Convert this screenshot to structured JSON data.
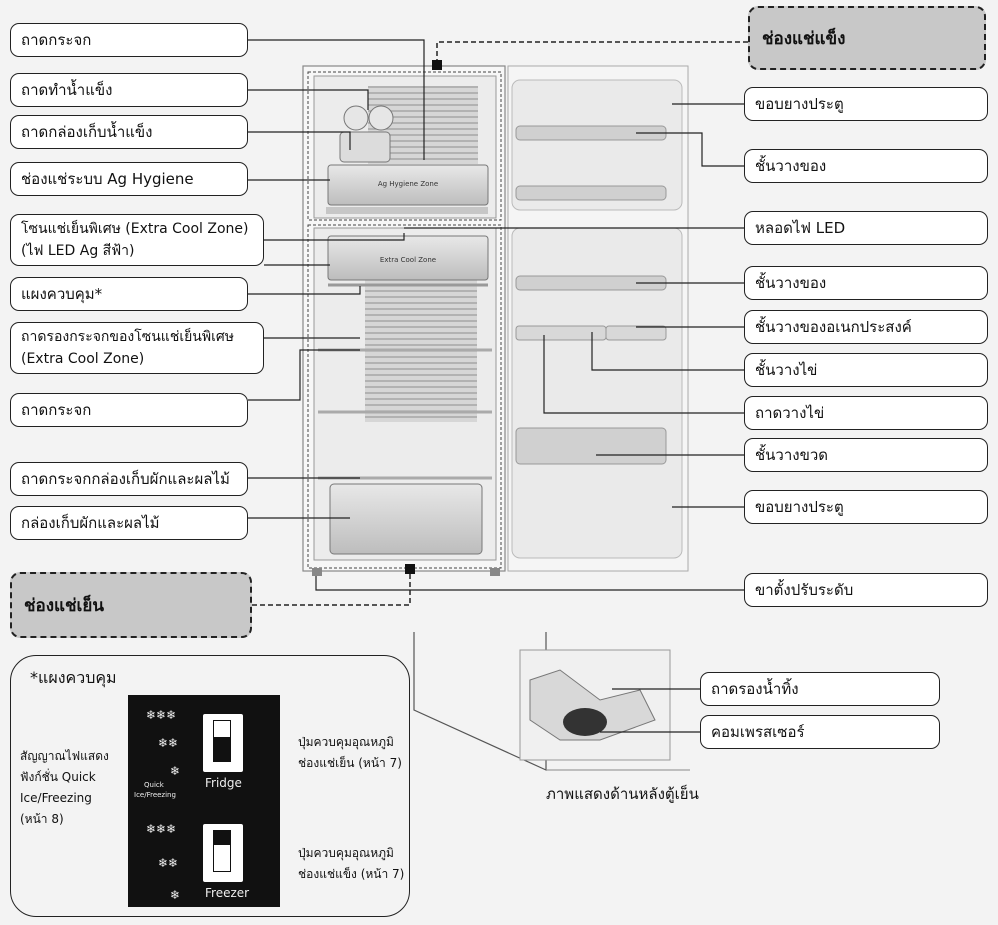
{
  "zones": {
    "freezer": "ช่องแช่แข็ง",
    "fridge": "ช่องแช่เย็น"
  },
  "left_labels": {
    "glass_shelf_top": "ถาดกระจก",
    "ice_tray": "ถาดทำน้ำแข็ง",
    "ice_box": "ถาดกล่องเก็บน้ำแข็ง",
    "ag_compartment": "ช่องแช่ระบบ Ag Hygiene",
    "extra_cool_line1": "โซนแช่เย็นพิเศษ (Extra Cool Zone)",
    "extra_cool_line2": "(ไฟ LED Ag สีฟ้า)",
    "control_panel": "แผงควบคุม*",
    "ecz_shelf_line1": "ถาดรองกระจกของโซนแช่เย็นพิเศษ",
    "ecz_shelf_line2": "(Extra Cool Zone)",
    "glass_shelf": "ถาดกระจก",
    "crisper_shelf": "ถาดกระจกกล่องเก็บผักและผลไม้",
    "crisper": "กล่องเก็บผักและผลไม้"
  },
  "right_labels": {
    "door_gasket_top": "ขอบยางประตู",
    "door_shelf_top": "ชั้นวางของ",
    "led_lamp": "หลอดไฟ LED",
    "door_shelf": "ชั้นวางของ",
    "multi_shelf": "ชั้นวางของอเนกประสงค์",
    "egg_shelf": "ชั้นวางไข่",
    "egg_tray": "ถาดวางไข่",
    "bottle_shelf": "ชั้นวางขวด",
    "door_gasket_bottom": "ขอบยางประตู",
    "level_feet": "ขาตั้งปรับระดับ"
  },
  "fridge_inner_text": {
    "ag_zone": "Ag Hygiene Zone",
    "extra_cool": "Extra Cool Zone"
  },
  "rear": {
    "drain_tray": "ถาดรองน้ำทิ้ง",
    "compressor": "คอมเพรสเซอร์",
    "caption": "ภาพแสดงด้านหลังตู้เย็น"
  },
  "panel": {
    "title": "*แผงควบคุม",
    "level3": "❄❄❄",
    "level2": "❄❄",
    "level1": "❄",
    "fridge": "Fridge",
    "quick_line1": "Quick",
    "quick_line2": "Ice/Freezing",
    "freezer": "Freezer",
    "fridge_note_line1": "ปุ่มควบคุมอุณหภูมิ",
    "fridge_note_line2": "ช่องแช่เย็น (หน้า 7)",
    "freezer_note_line1": "ปุ่มควบคุมอุณหภูมิ",
    "freezer_note_line2": "ช่องแช่แข็ง (หน้า 7)",
    "signal_line1": "สัญญาณไฟแสดง",
    "signal_line2": "ฟังก์ชั่น Quick",
    "signal_line3": "Ice/Freezing",
    "signal_line4": "(หน้า 8)"
  },
  "colors": {
    "background": "#f3f3f3",
    "zone_fill": "#c8c8c8",
    "panel_black": "#111111"
  }
}
